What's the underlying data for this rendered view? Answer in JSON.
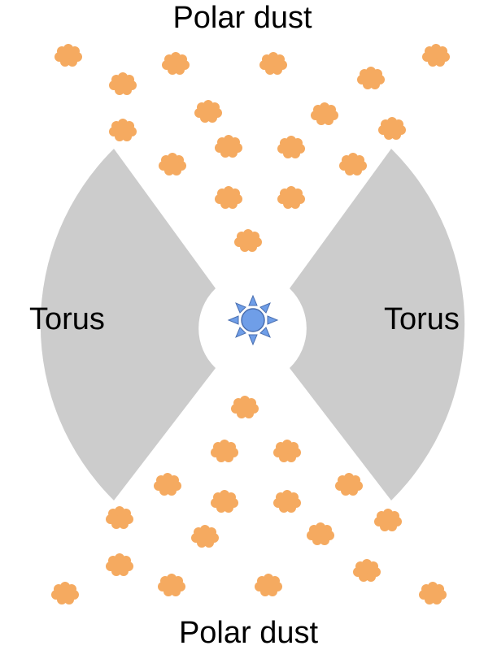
{
  "labels": {
    "top": "Polar dust",
    "bottom": "Polar dust",
    "left": "Torus",
    "right": "Torus"
  },
  "colors": {
    "torus": "#cccccc",
    "dust": "#f5aa60",
    "star": "#6f9ee8",
    "star_stroke": "#4a6fb0",
    "text": "#000000"
  },
  "icons": {
    "central_source": "star-icon",
    "dust_clump": "dust-cloud-icon"
  }
}
